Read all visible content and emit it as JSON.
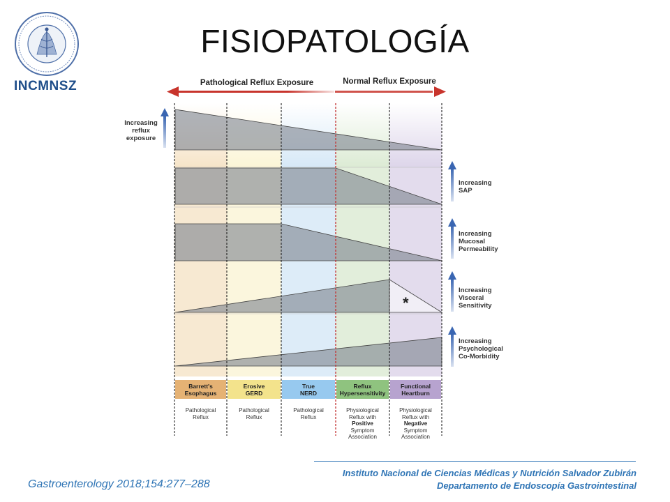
{
  "page": {
    "title": "FISIOPATOLOGÍA",
    "logo_text": "INCMNSZ",
    "citation": "Gastroenterology  2018;154:277–288",
    "institution_line1": "Instituto Nacional de Ciencias Médicas y Nutrición Salvador Zubirán",
    "institution_line2": "Departamento de Endoscopía Gastrointestinal"
  },
  "diagram": {
    "header_left": "Pathological Reflux Exposure",
    "header_right": "Normal Reflux Exposure",
    "left_axis_label": [
      "Increasing",
      "reflux",
      "exposure"
    ],
    "right_labels": [
      [
        "Increasing",
        "SAP"
      ],
      [
        "Increasing",
        "Mucosal",
        "Permeability"
      ],
      [
        "Increasing",
        "Visceral",
        "Sensitivity"
      ],
      [
        "Increasing",
        "Psychological",
        "Co-Morbidity"
      ]
    ],
    "asterisk": "*",
    "categories": [
      {
        "line1": "Barrett's",
        "line2": "Esophagus",
        "color": "#e5b274",
        "desc": [
          "Pathological",
          "Reflux"
        ],
        "bold_line": -1
      },
      {
        "line1": "Erosive",
        "line2": "GERD",
        "color": "#f3e38c",
        "desc": [
          "Pathological",
          "Reflux"
        ],
        "bold_line": -1
      },
      {
        "line1": "True",
        "line2": "NERD",
        "color": "#97c9ef",
        "desc": [
          "Pathological",
          "Reflux"
        ],
        "bold_line": -1
      },
      {
        "line1": "Reflux",
        "line2": "Hypersensitivity",
        "color": "#8fc37f",
        "desc": [
          "Physiological",
          "Reflux with",
          "Positive",
          "Symptom",
          "Association"
        ],
        "bold_line": 2
      },
      {
        "line1": "Functional",
        "line2": "Heartburn",
        "color": "#b7a3cf",
        "desc": [
          "Physiological",
          "Reflux with",
          "Negative",
          "Symptom",
          "Association"
        ],
        "bold_line": 2
      }
    ],
    "colors": {
      "red_arrow": "#c8342c",
      "blue_arrow": "#3a66b2",
      "shape_fill": "#7f8691",
      "red_divider": "#c33333",
      "barrett_bg": "#f6e4c8",
      "erosive_bg": "#fbf5d6",
      "nerd_bg": "#d6e8f7",
      "hyper_bg": "#dcebd4",
      "functional_bg": "#ddd5ea"
    }
  }
}
